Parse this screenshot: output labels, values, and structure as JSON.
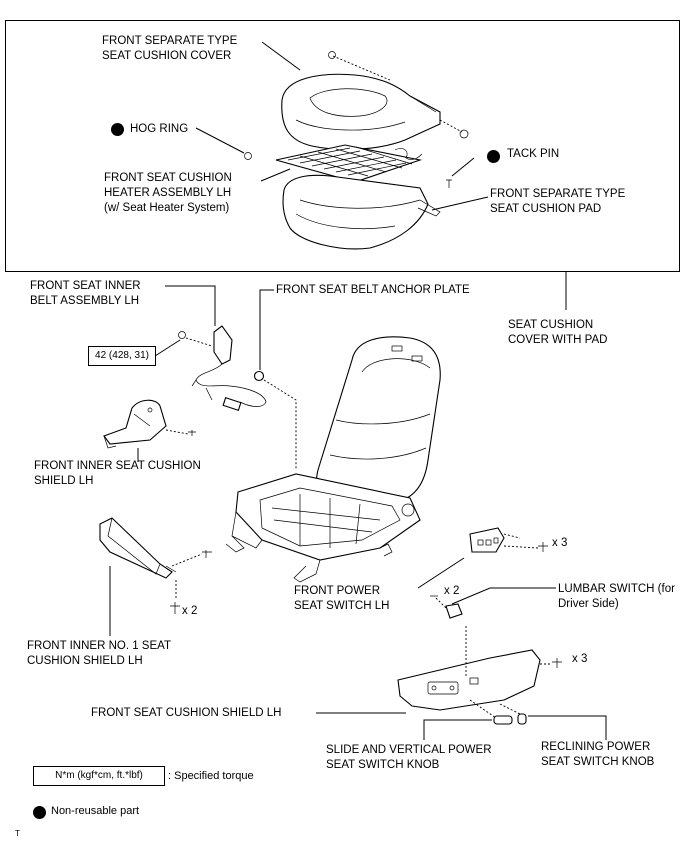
{
  "labels": {
    "cushion_cover": [
      "FRONT SEPARATE TYPE",
      "SEAT CUSHION COVER"
    ],
    "hog_ring": "HOG RING",
    "tack_pin": "TACK PIN",
    "heater": [
      "FRONT SEAT CUSHION",
      "HEATER ASSEMBLY LH",
      "(w/ Seat Heater System)"
    ],
    "cushion_pad": [
      "FRONT SEPARATE TYPE",
      "SEAT CUSHION PAD"
    ],
    "inner_belt": [
      "FRONT SEAT INNER",
      "BELT ASSEMBLY LH"
    ],
    "anchor_plate": "FRONT SEAT BELT ANCHOR PLATE",
    "cover_with_pad": [
      "SEAT CUSHION",
      "COVER WITH PAD"
    ],
    "torque_value": "42 (428, 31)",
    "inner_shield": [
      "FRONT INNER SEAT CUSHION",
      "SHIELD LH"
    ],
    "qty_x3_a": "x 3",
    "power_switch": [
      "FRONT POWER",
      "SEAT SWITCH LH"
    ],
    "qty_x2_a": "x 2",
    "lumbar_switch": [
      "LUMBAR SWITCH (for",
      "Driver Side)"
    ],
    "qty_x2_b": "x 2",
    "qty_x3_b": "x 3",
    "inner_no1_shield": [
      "FRONT INNER NO. 1 SEAT",
      "CUSHION SHIELD LH"
    ],
    "cushion_shield": "FRONT SEAT CUSHION SHIELD LH",
    "slide_knob": [
      "SLIDE AND VERTICAL POWER",
      "SEAT SWITCH KNOB"
    ],
    "reclining_knob": [
      "RECLINING POWER",
      "SEAT SWITCH KNOB"
    ]
  },
  "legend": {
    "torque_units": "N*m (kgf*cm, ft.*lbf)",
    "torque_desc": ": Specified torque",
    "nonreusable": "Non-reusable part",
    "corner_mark": "T"
  }
}
